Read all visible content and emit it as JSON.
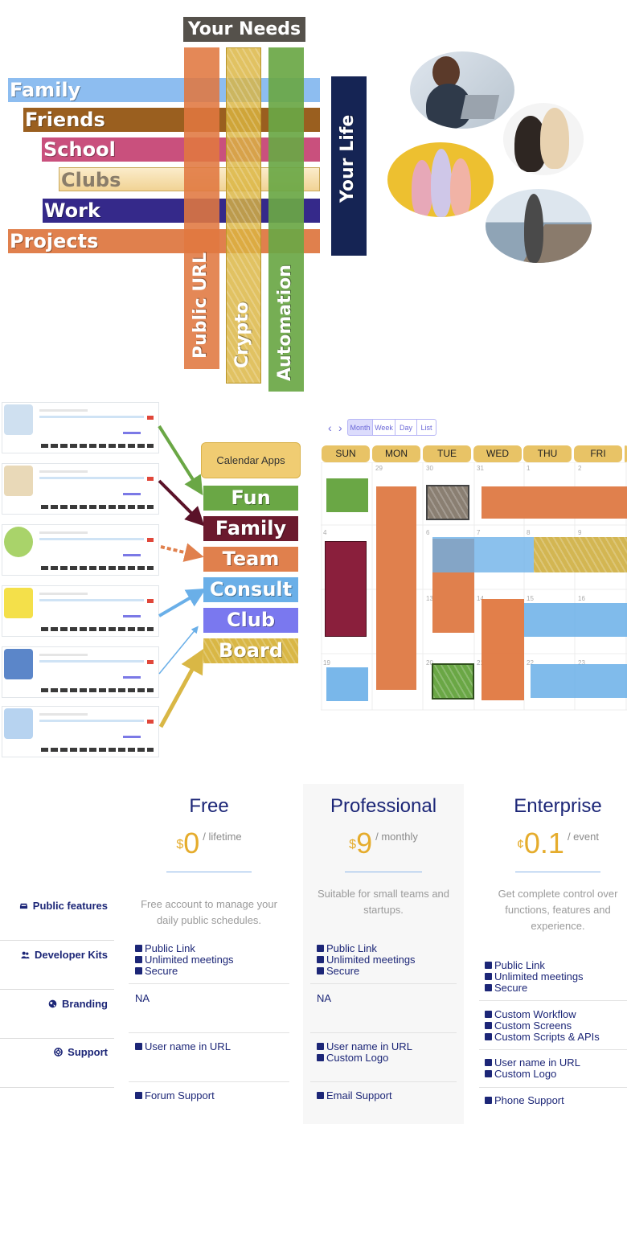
{
  "hero": {
    "needs_title": "Your Needs",
    "life_label": "Your Life",
    "life_items": [
      "Family",
      "Friends",
      "School",
      "Clubs",
      "Work",
      "Projects"
    ],
    "needs_items": [
      "Public URL",
      "Crypto",
      "Automation"
    ],
    "colors": {
      "family": "#8dbdf0",
      "friends": "#9a5f1f",
      "school": "#c9507d",
      "clubs": "#f3dca2",
      "work": "#35298a",
      "projects": "#e0804d",
      "your_life": "#152454",
      "your_needs": "#55514b",
      "public_url": "#e0804d",
      "crypto": "#dbb945",
      "automation": "#6aa745"
    }
  },
  "apps": {
    "callout": "Calendar Apps",
    "categories": [
      "Fun",
      "Family",
      "Team",
      "Consult",
      "Club",
      "Board"
    ],
    "colors": [
      "#6aa745",
      "#6b1a2e",
      "#e0804d",
      "#6aafe8",
      "#7a78ef",
      "#d9b745"
    ]
  },
  "calendar": {
    "views": [
      "Month",
      "Week",
      "Day",
      "List"
    ],
    "prev_icon": "‹",
    "next_icon": "›",
    "days": [
      "SUN",
      "MON",
      "TUE",
      "WED",
      "THU",
      "FRI"
    ],
    "date_numbers": [
      "29",
      "30",
      "31",
      "1",
      "2",
      "4",
      "6",
      "7",
      "8",
      "9",
      "13",
      "14",
      "15",
      "16",
      "19",
      "20",
      "21",
      "22",
      "23"
    ]
  },
  "pricing": {
    "features": [
      {
        "label": "Public features",
        "icon": "box-icon"
      },
      {
        "label": "Developer Kits",
        "icon": "users-icon"
      },
      {
        "label": "Branding",
        "icon": "globe-icon"
      },
      {
        "label": "Support",
        "icon": "lifebuoy-icon"
      }
    ],
    "plans": [
      {
        "name": "Free",
        "currency": "$",
        "amount": "0",
        "period": "/ lifetime",
        "description": "Free account to manage your daily public schedules.",
        "developer_kits": [
          "Public Link",
          "Unlimited meetings",
          "Secure"
        ],
        "branding": "NA",
        "branding_items": [],
        "support_items": [
          "User name in URL"
        ],
        "support": "Forum Support"
      },
      {
        "name": "Professional",
        "currency": "$",
        "amount": "9",
        "period": "/ monthly",
        "description": "Suitable for small teams and startups.",
        "developer_kits": [
          "Public Link",
          "Unlimited meetings",
          "Secure"
        ],
        "branding": "NA",
        "branding_items": [],
        "support_items": [
          "User name in URL",
          "Custom Logo"
        ],
        "support": "Email Support"
      },
      {
        "name": "Enterprise",
        "currency": "¢",
        "amount": "0.1",
        "period": "/ event",
        "description": "Get complete control over functions, features and experience.",
        "developer_kits": [
          "Public Link",
          "Unlimited meetings",
          "Secure"
        ],
        "branding": "",
        "branding_items": [
          "Custom Workflow",
          "Custom Screens",
          "Custom Scripts & APIs"
        ],
        "support_items": [
          "User name in URL",
          "Custom Logo"
        ],
        "support": "Phone Support"
      }
    ]
  }
}
